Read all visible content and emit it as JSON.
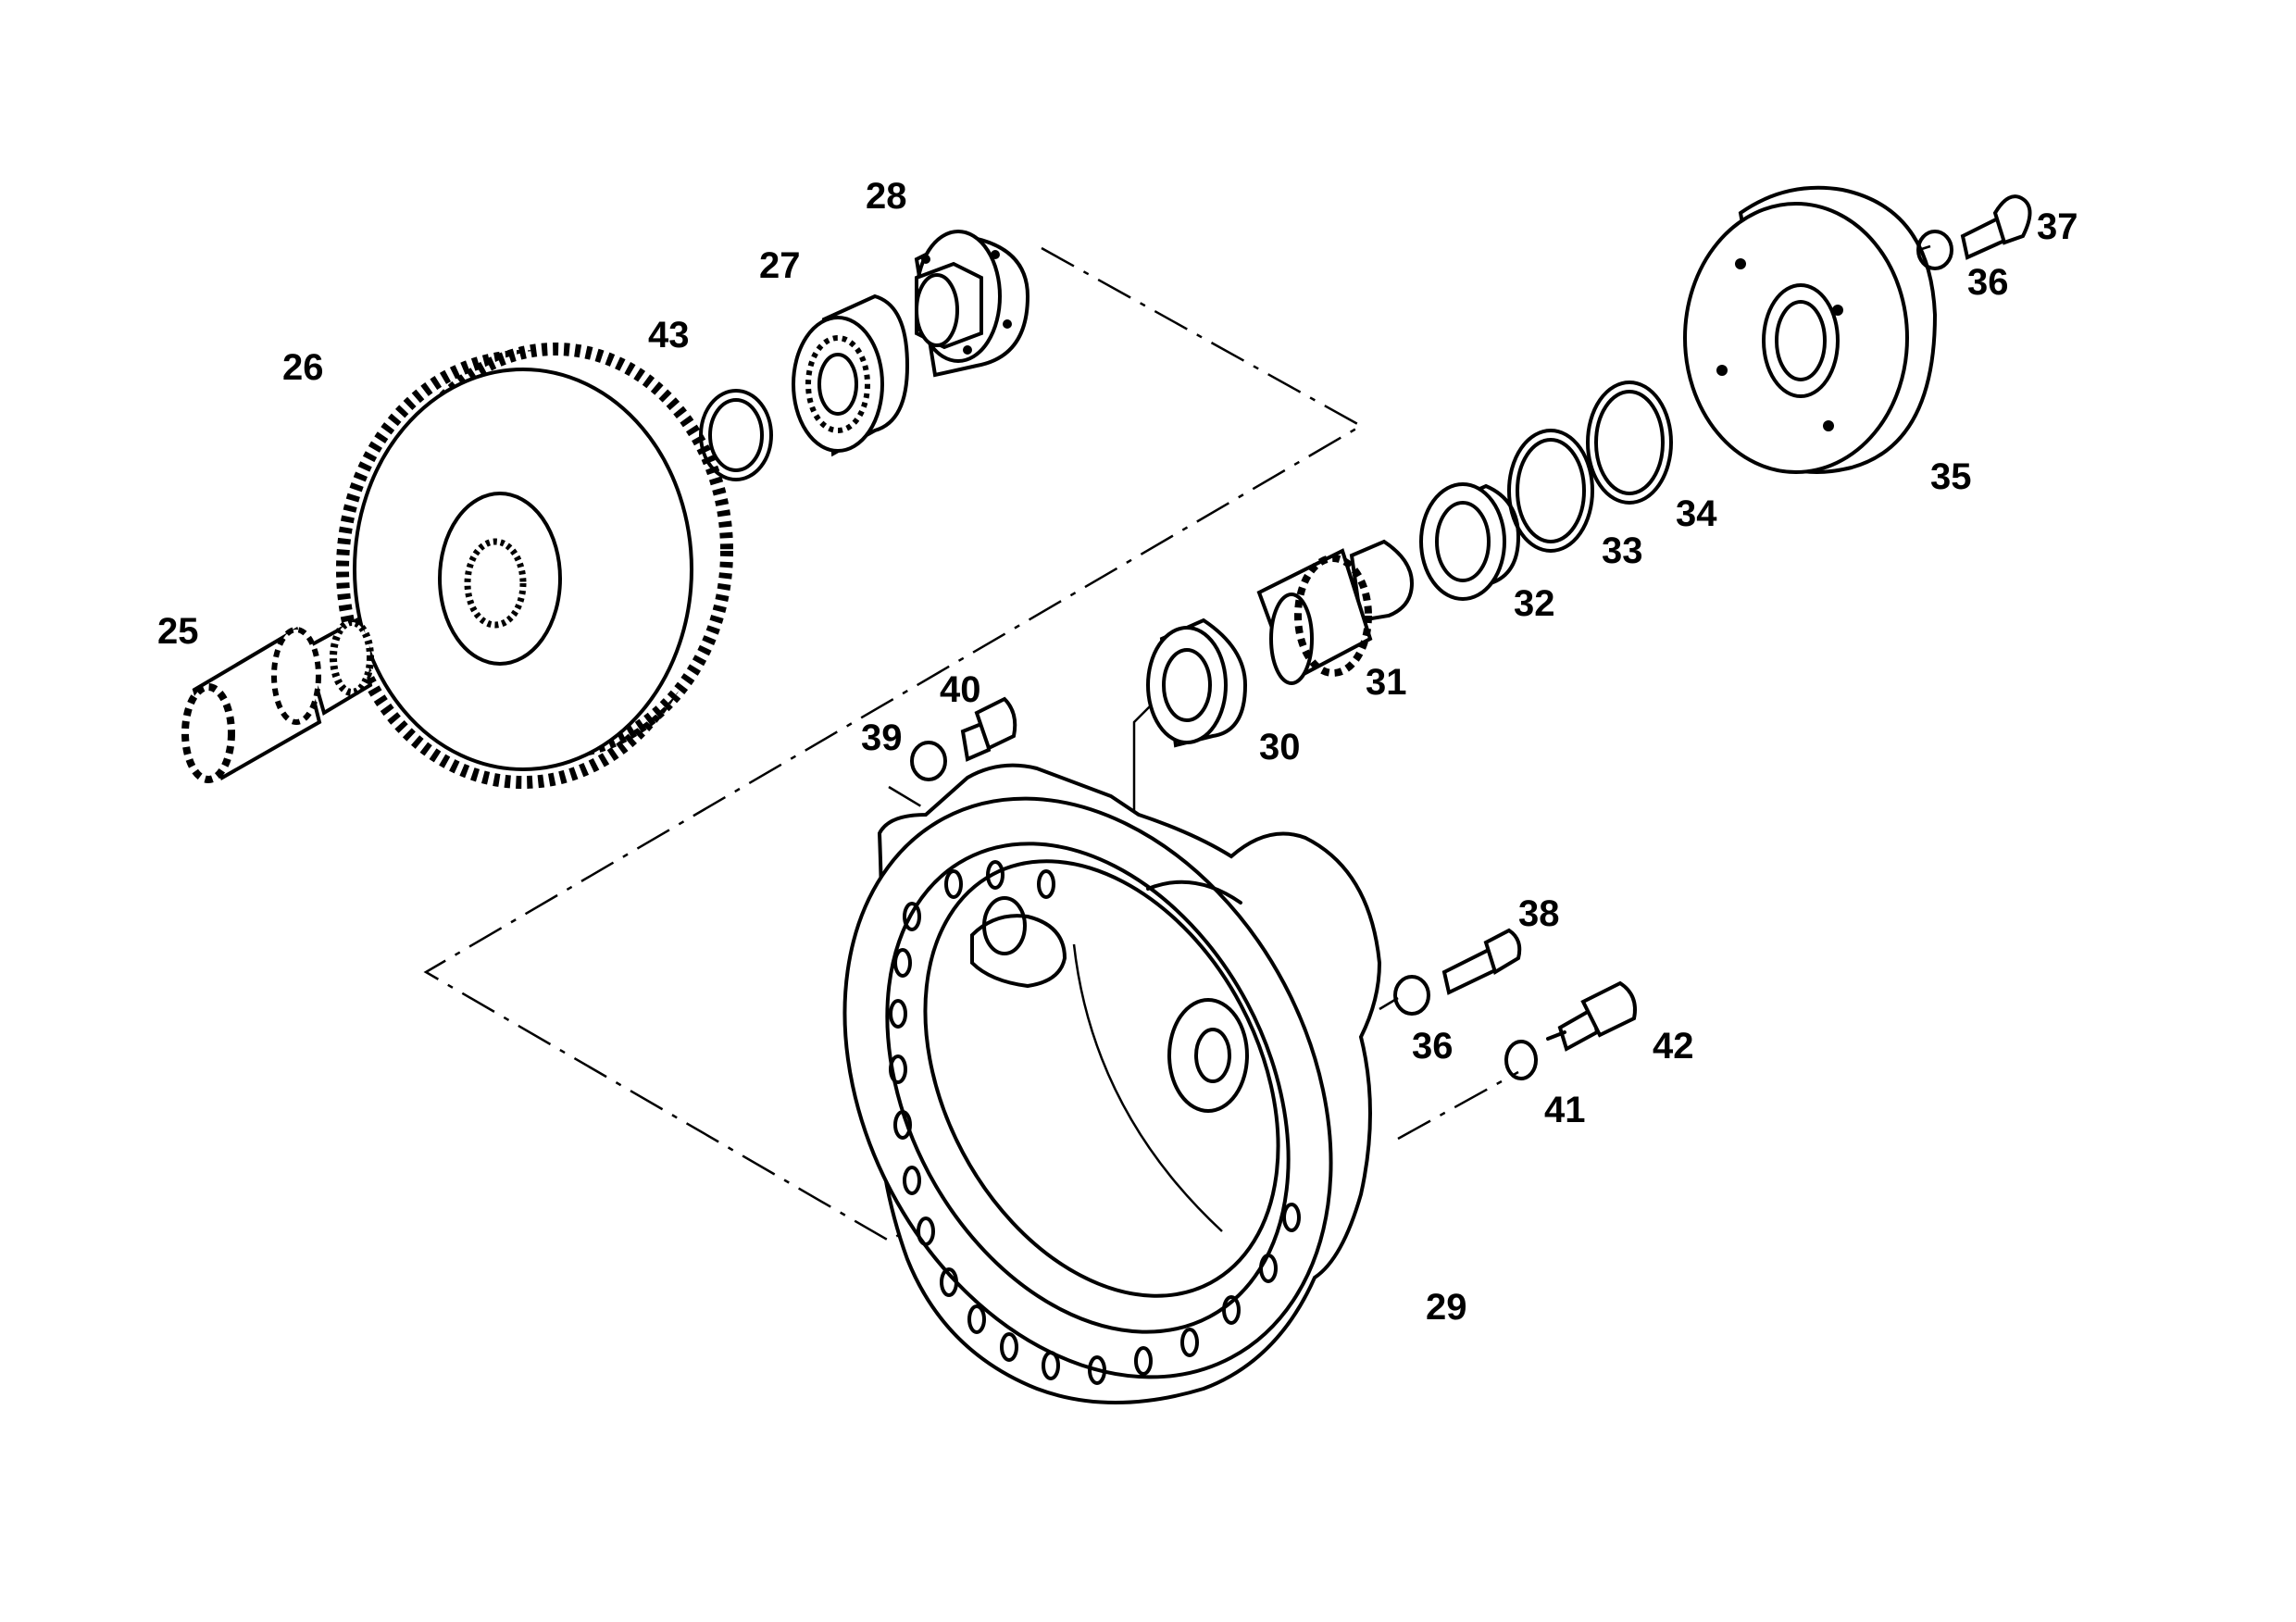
{
  "labels": {
    "p25": "25",
    "p26": "26",
    "p27": "27",
    "p28": "28",
    "p29": "29",
    "p30": "30",
    "p31": "31",
    "p32": "32",
    "p33": "33",
    "p34": "34",
    "p35": "35",
    "p36a": "36",
    "p36b": "36",
    "p37": "37",
    "p38": "38",
    "p39": "39",
    "p40": "40",
    "p41": "41",
    "p42": "42",
    "p43": "43"
  },
  "icons": {
    "p25": "pinion-shaft-icon",
    "p26": "spur-gear-icon",
    "p27": "ball-bearing-icon",
    "p28": "bearing-flange-icon",
    "p29": "gear-housing-icon",
    "p30": "shaft-seal-icon",
    "p31": "pinion-gear-icon",
    "p32": "roller-bearing-icon",
    "p33": "o-ring-icon",
    "p34": "shim-ring-icon",
    "p35": "cover-icon",
    "p36": "washer-icon",
    "p37": "cap-screw-icon",
    "p38": "hex-bolt-icon",
    "p39": "seal-washer-icon",
    "p40": "plug-screw-icon",
    "p41": "sealing-ring-icon",
    "p42": "sensor-icon",
    "p43": "retaining-ring-icon"
  }
}
